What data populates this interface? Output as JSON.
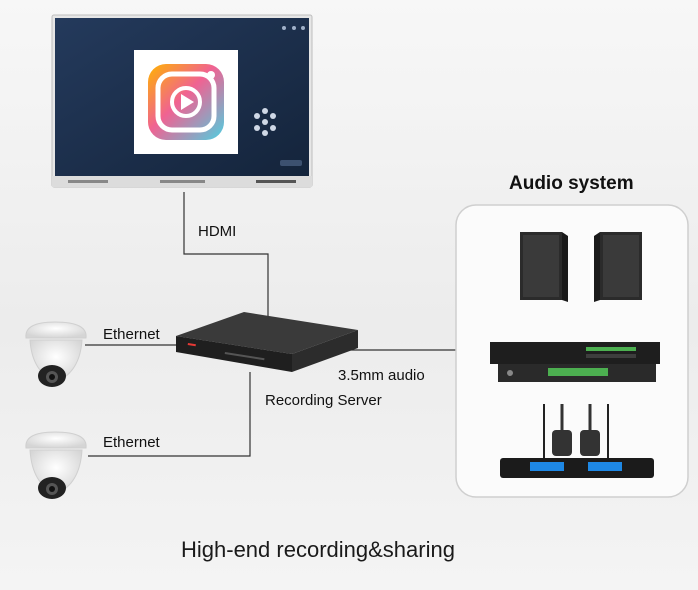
{
  "labels": {
    "hdmi": "HDMI",
    "ethernet_top": "Ethernet",
    "ethernet_bottom": "Ethernet",
    "audio_35mm": "3.5mm audio",
    "recording_server": "Recording Server",
    "audio_system_title": "Audio system",
    "caption": "High-end recording&sharing"
  },
  "colors": {
    "screen_bg": "#1c2f4a",
    "line": "#333333",
    "panel_border": "#cfcfcf",
    "app_icon_gradient": [
      "#f9a825",
      "#ec407a",
      "#26c6da"
    ]
  },
  "icons": {
    "display": "interactive-flat-panel",
    "app": "play-button-app-icon",
    "server": "recording-server-nvr",
    "camera": "dome-camera",
    "speaker": "speaker-cabinet",
    "processor": "audio-processor-rack",
    "mic": "wireless-microphone-receiver"
  }
}
